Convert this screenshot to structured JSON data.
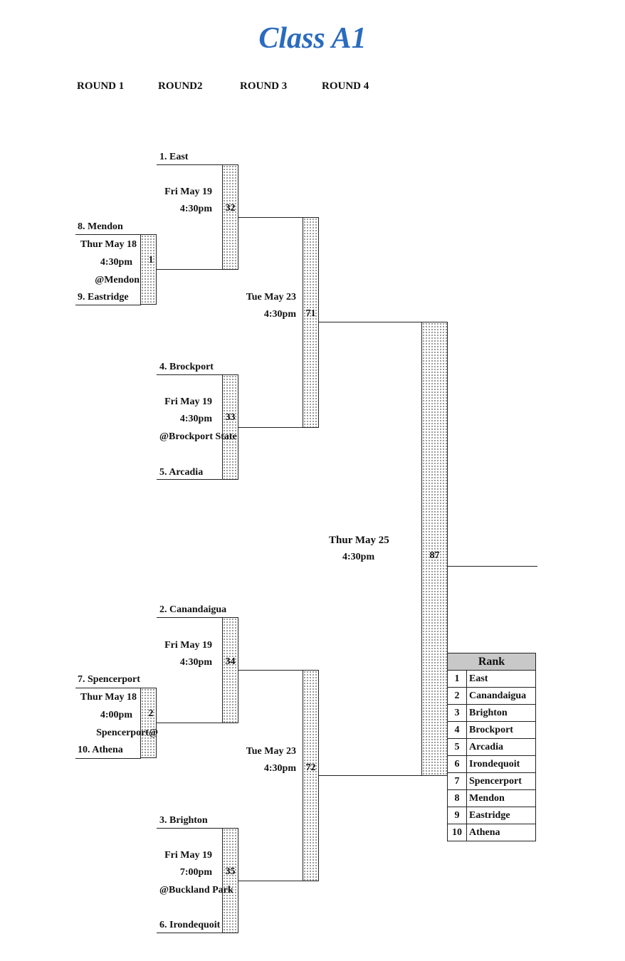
{
  "title": "Class A1",
  "rounds": [
    "ROUND 1",
    "ROUND2",
    "ROUND 3",
    "ROUND 4"
  ],
  "games": {
    "g1": {
      "number": "1",
      "date": "Thur May 18",
      "time": "4:30pm",
      "site": "@Mendon",
      "top": "8.  Mendon",
      "bottom": "9.  Eastridge"
    },
    "g2": {
      "number": "2",
      "date": "Thur May 18",
      "time": "4:00pm",
      "site": "@Spencerport",
      "top": "7.  Spencerport",
      "bottom": "10.  Athena"
    },
    "g32": {
      "number": "32",
      "date": "Fri May 19",
      "time": "4:30pm",
      "top": "1. East"
    },
    "g33": {
      "number": "33",
      "date": "Fri May 19",
      "time": "4:30pm",
      "site": "@Brockport State",
      "top": "4. Brockport",
      "bottom": "5. Arcadia"
    },
    "g34": {
      "number": "34",
      "date": "Fri May 19",
      "time": "4:30pm",
      "top": "2. Canandaigua"
    },
    "g35": {
      "number": "35",
      "date": "Fri May 19",
      "time": "7:00pm",
      "site": "@Buckland Park",
      "top": "3. Brighton",
      "bottom": "6. Irondequoit"
    },
    "g71": {
      "number": "71",
      "date": "Tue May 23",
      "time": "4:30pm"
    },
    "g72": {
      "number": "72",
      "date": "Tue May 23",
      "time": "4:30pm"
    },
    "g87": {
      "number": "87",
      "date": "Thur May 25",
      "time": "4:30pm"
    }
  },
  "rank_table": {
    "header": "Rank",
    "rows": [
      {
        "n": "1",
        "team": "East"
      },
      {
        "n": "2",
        "team": "Canandaigua"
      },
      {
        "n": "3",
        "team": "Brighton"
      },
      {
        "n": "4",
        "team": "Brockport"
      },
      {
        "n": "5",
        "team": "Arcadia"
      },
      {
        "n": "6",
        "team": "Irondequoit"
      },
      {
        "n": "7",
        "team": "Spencerport"
      },
      {
        "n": "8",
        "team": "Mendon"
      },
      {
        "n": "9",
        "team": "Eastridge"
      },
      {
        "n": "10",
        "team": "Athena"
      }
    ]
  }
}
